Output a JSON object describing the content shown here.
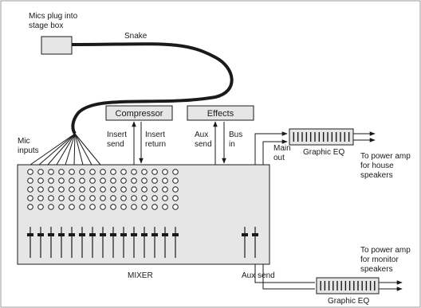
{
  "labels": {
    "stage_box_line1": "Mics plug into",
    "stage_box_line2": "stage box",
    "snake": "Snake",
    "compressor": "Compressor",
    "effects": "Effects",
    "mic_inputs_line1": "Mic",
    "mic_inputs_line2": "inputs",
    "insert_send_line1": "Insert",
    "insert_send_line2": "send",
    "insert_return_line1": "Insert",
    "insert_return_line2": "return",
    "aux_send_top_line1": "Aux",
    "aux_send_top_line2": "send",
    "bus_in_line1": "Bus",
    "bus_in_line2": "in",
    "main_out_line1": "Main",
    "main_out_line2": "out",
    "graphic_eq_top": "Graphic EQ",
    "house_line1": "To power amp",
    "house_line2": "for house",
    "house_line3": "speakers",
    "mixer": "MIXER",
    "aux_send_bottom": "Aux send",
    "monitor_line1": "To power amp",
    "monitor_line2": "for monitor",
    "monitor_line3": "speakers",
    "graphic_eq_bottom": "Graphic EQ"
  },
  "colors": {
    "box_fill": "#e6e6e6",
    "line": "#1a1a1a",
    "knob_fill": "#ffffff"
  }
}
